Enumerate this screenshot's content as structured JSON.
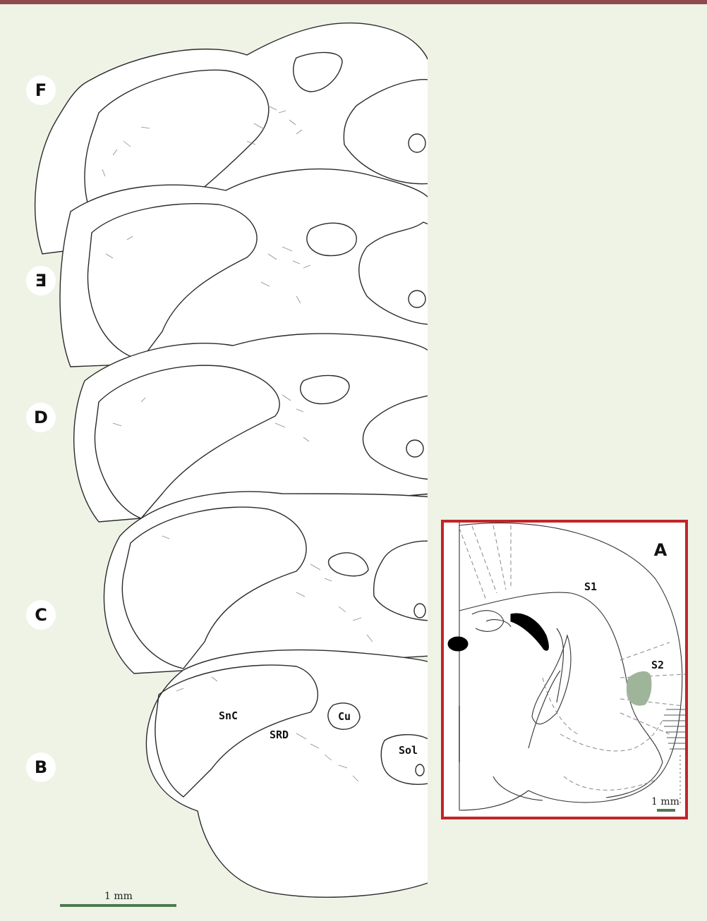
{
  "panels": {
    "F": "F",
    "E": "E",
    "D": "D",
    "C": "C",
    "B": "B",
    "A": "A"
  },
  "labels": {
    "snc": "SnC",
    "srd": "SRD",
    "cu": "Cu",
    "sol": "Sol",
    "s1": "S1",
    "s2": "S2"
  },
  "scale": {
    "main": "1 mm",
    "inset": "1 mm"
  },
  "colors": {
    "background": "#eef3e6",
    "top_rule": "#8e4a4f",
    "inset_border": "#c0252a",
    "scale_bar": "#4f7a52",
    "injection_site": "#9fb59a"
  }
}
